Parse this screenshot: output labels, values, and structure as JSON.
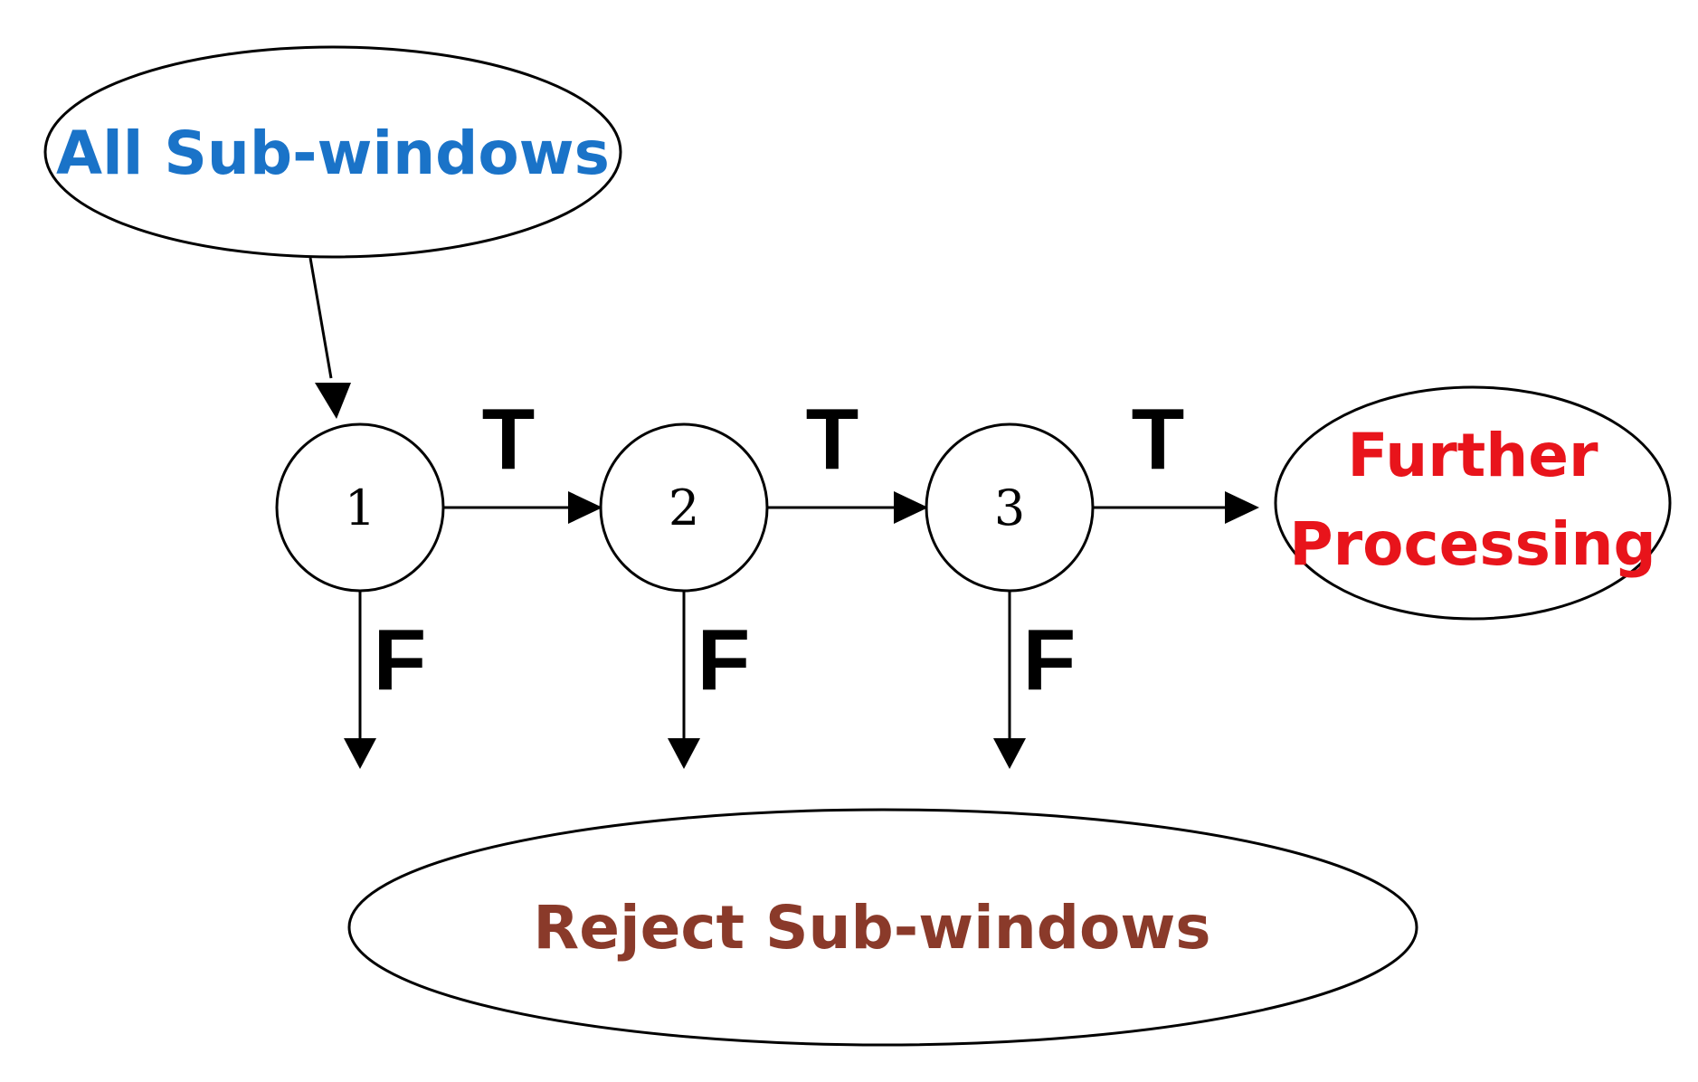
{
  "colors": {
    "start": "#1a73c8",
    "end": "#e8141b",
    "reject": "#8a3a2a",
    "stroke": "#000000"
  },
  "start": {
    "label": "All Sub-windows"
  },
  "stages": [
    {
      "label": "1"
    },
    {
      "label": "2"
    },
    {
      "label": "3"
    }
  ],
  "end": {
    "line1": "Further",
    "line2": "Processing"
  },
  "reject": {
    "label": "Reject Sub-windows"
  },
  "edge_labels": {
    "true": "T",
    "false": "F"
  }
}
